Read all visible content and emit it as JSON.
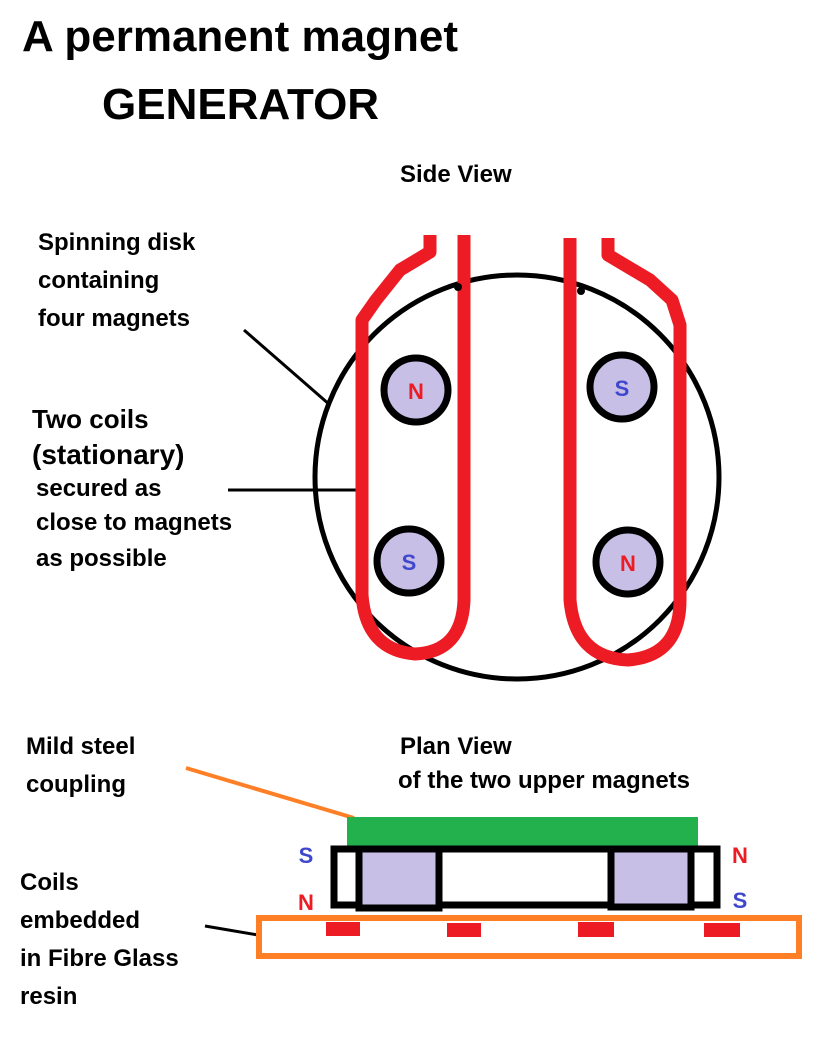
{
  "title": {
    "line1": "A permanent magnet",
    "line2": "GENERATOR"
  },
  "side_view": {
    "heading": "Side View",
    "disk_label": [
      "Spinning disk",
      "containing",
      "four magnets"
    ],
    "coils_label": [
      "Two coils",
      "(stationary)",
      "secured as",
      "close to magnets",
      "as possible"
    ],
    "magnets": [
      {
        "pole": "N",
        "position": "upper-left"
      },
      {
        "pole": "S",
        "position": "upper-right"
      },
      {
        "pole": "S",
        "position": "lower-left"
      },
      {
        "pole": "N",
        "position": "lower-right"
      }
    ]
  },
  "plan_view": {
    "heading": [
      "Plan View",
      "of the two upper magnets"
    ],
    "coupling_label": [
      "Mild steel",
      "coupling"
    ],
    "coils_label": [
      "Coils",
      "embedded",
      "in Fibre Glass",
      "resin"
    ],
    "left_poles": {
      "top": "S",
      "bottom": "N"
    },
    "right_poles": {
      "top": "N",
      "bottom": "S"
    }
  },
  "colors": {
    "coil": "#ed1c24",
    "magnet_fill": "#c8bfe7",
    "north": "#ed1c24",
    "south": "#3f48cc",
    "coupling": "#22b14c",
    "resin": "#ff7f27",
    "outline": "#000000"
  }
}
